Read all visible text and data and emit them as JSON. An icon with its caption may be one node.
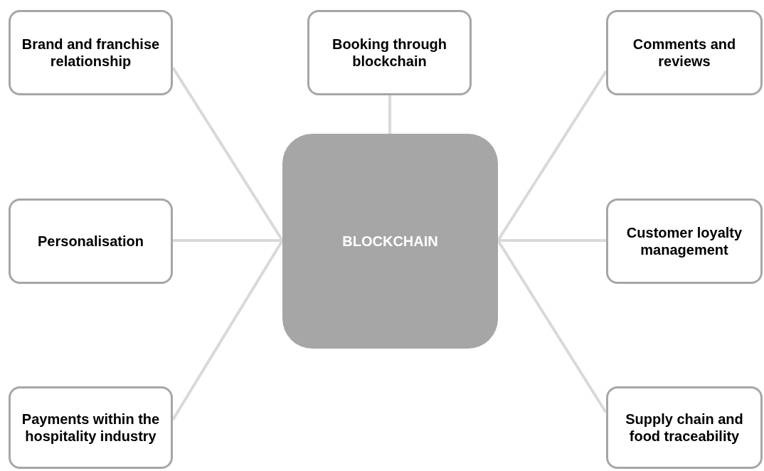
{
  "diagram": {
    "nodes": [
      {
        "text": [
          "Brand and franchise relationship"
        ]
      },
      {
        "text": [
          "Booking through blockchain"
        ]
      },
      {
        "text": [
          "Comments and reviews"
        ]
      },
      {
        "text": [
          "Personalisation"
        ]
      },
      {
        "text": [
          "BLOCKCHAIN"
        ]
      },
      {
        "text": [
          "Customer loyalty management"
        ]
      },
      {
        "text": [
          "Payments within the hospitality industry"
        ]
      },
      {
        "text": [
          "Supply chain and food traceability"
        ]
      }
    ],
    "edges": [
      {
        "from": 4,
        "to": 0,
        "arrow": "none"
      },
      {
        "from": 4,
        "to": 1,
        "arrow": "none"
      },
      {
        "from": 4,
        "to": 2,
        "arrow": "none"
      },
      {
        "from": 4,
        "to": 3,
        "arrow": "none"
      },
      {
        "from": 4,
        "to": 5,
        "arrow": "none"
      },
      {
        "from": 4,
        "to": 6,
        "arrow": "none"
      },
      {
        "from": 4,
        "to": 7,
        "arrow": "none"
      }
    ]
  }
}
